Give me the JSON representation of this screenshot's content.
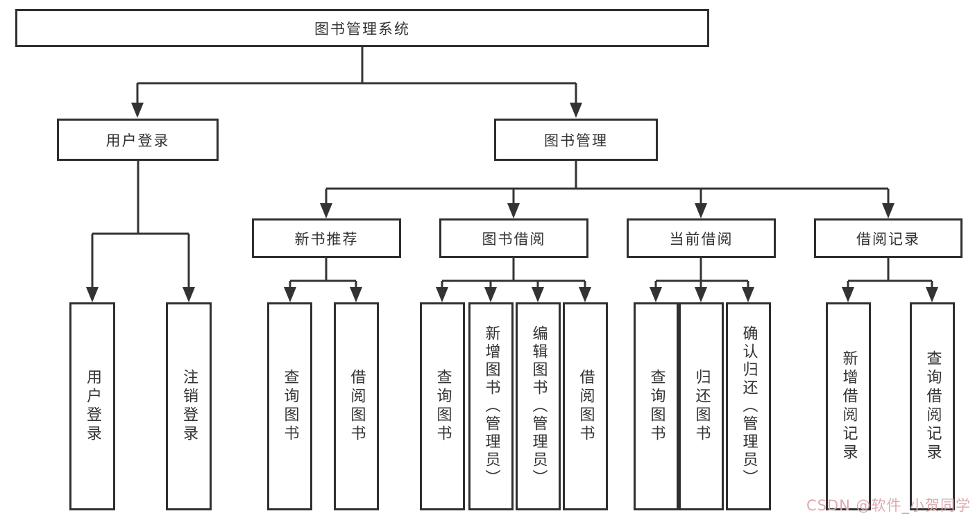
{
  "nodes": {
    "root": "图书管理系统",
    "user_login": "用户登录",
    "book_mgmt": "图书管理",
    "new_book_rec": "新书推荐",
    "book_borrow": "图书借阅",
    "current_borrow": "当前借阅",
    "borrow_records": "借阅记录",
    "ul_user_login": "用户登录",
    "ul_logout": "注销登录",
    "nb_query_books": "查询图书",
    "nb_borrow_books": "借阅图书",
    "bb_query_books": "查询图书",
    "bb_add_books": "新增图书（管理员）",
    "bb_edit_books": "编辑图书（管理员）",
    "bb_borrow_books": "借阅图书",
    "cb_query_books": "查询图书",
    "cb_return_books": "归还图书",
    "cb_confirm_return": "确认归还（管理员）",
    "br_add_record": "新增借阅记录",
    "br_query_record": "查询借阅记录"
  },
  "hierarchy": {
    "图书管理系统": [
      "用户登录",
      "图书管理"
    ],
    "用户登录": [
      "用户登录",
      "注销登录"
    ],
    "图书管理": [
      "新书推荐",
      "图书借阅",
      "当前借阅",
      "借阅记录"
    ],
    "新书推荐": [
      "查询图书",
      "借阅图书"
    ],
    "图书借阅": [
      "查询图书",
      "新增图书（管理员）",
      "编辑图书（管理员）",
      "借阅图书"
    ],
    "当前借阅": [
      "查询图书",
      "归还图书",
      "确认归还（管理员）"
    ],
    "借阅记录": [
      "新增借阅记录",
      "查询借阅记录"
    ]
  },
  "watermark": "CSDN @软件_小贺同学",
  "colors": {
    "line": "#333333",
    "box_border": "#2f2f2f",
    "text": "#333333",
    "watermark": "#dcaaae",
    "background": "#ffffff"
  }
}
